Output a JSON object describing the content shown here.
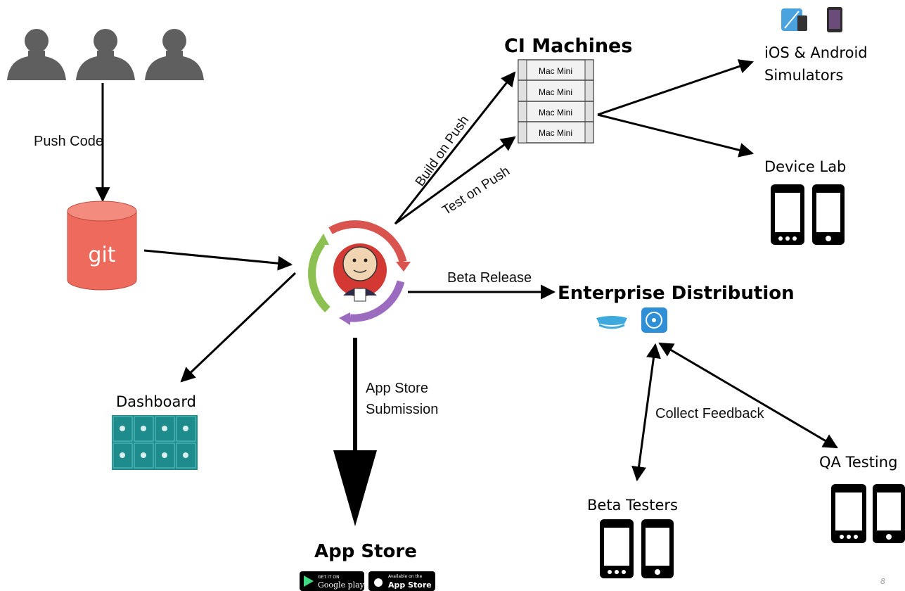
{
  "nodes": {
    "git_label": "git",
    "ci_title": "CI Machines",
    "mac_minis": [
      "Mac Mini",
      "Mac Mini",
      "Mac Mini",
      "Mac Mini"
    ],
    "simulators_line1": "iOS & Android",
    "simulators_line2": "Simulators",
    "device_lab": "Device Lab",
    "enterprise": "Enterprise Distribution",
    "dashboard": "Dashboard",
    "app_store": "App Store",
    "beta_testers": "Beta Testers",
    "qa_testing": "QA Testing"
  },
  "edges": {
    "push_code": "Push Code",
    "build_on_push": "Build on Push",
    "test_on_push": "Test on Push",
    "beta_release": "Beta Release",
    "app_store_line1": "App Store",
    "app_store_line2": "Submission",
    "collect_feedback": "Collect Feedback"
  },
  "badges": {
    "google_small": "GET IT ON",
    "google_main": "Google play",
    "apple_small": "Available on the",
    "apple_main": "App Store"
  },
  "page_number": "8",
  "colors": {
    "git": "#ee6a5c",
    "dashboard_tile": "#1e8c8c",
    "ring_red": "#d9534f",
    "ring_purple": "#9b6bbf",
    "ring_green": "#8cc152"
  }
}
